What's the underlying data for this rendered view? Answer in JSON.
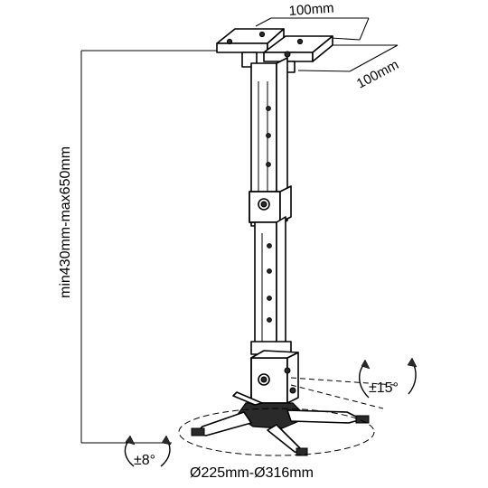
{
  "diagram": {
    "colors": {
      "line": "#000000",
      "fill": "#ffffff",
      "dark": "#2a2a2a"
    },
    "labels": {
      "plate_width": "100mm",
      "plate_depth": "100mm",
      "height_range": "min430mm-max650mm",
      "tilt": "±15°",
      "swivel": "±8°",
      "base_diameter": "Ø225mm-Ø316mm"
    }
  }
}
